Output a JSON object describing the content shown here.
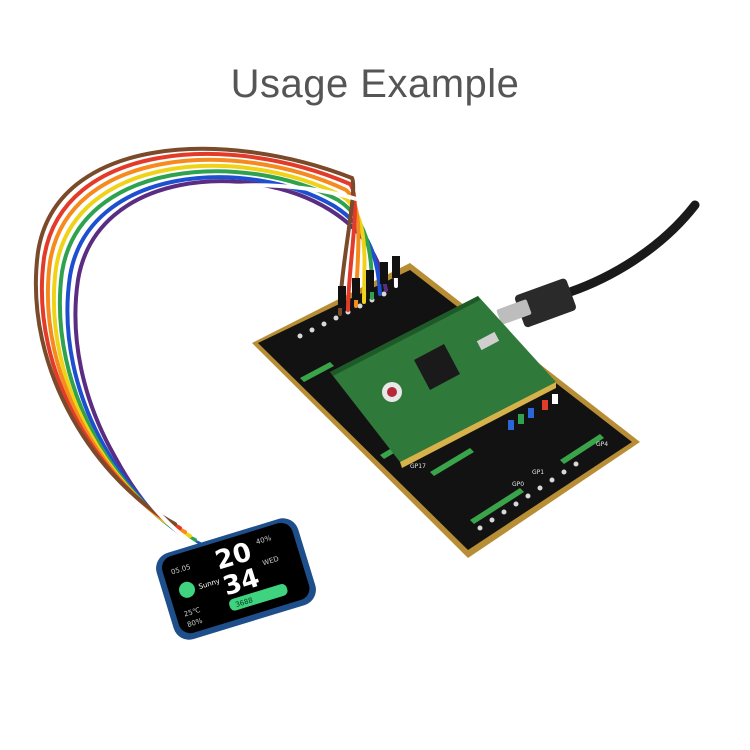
{
  "header": {
    "title": "Usage Example"
  },
  "lcd": {
    "hours": "20",
    "minutes": "34",
    "battery": "40%",
    "month": "05.05",
    "weekday": "WED",
    "weather": "Sunny",
    "temperature": "25℃",
    "humidity": "80%",
    "steps": "3688"
  },
  "colors": {
    "board": "#121212",
    "board_edge": "#c9a441",
    "pico": "#2f7a3a",
    "lcd_screen": "#000000",
    "lcd_frame": "#1e4f8a",
    "accent_green": "#3fd27f"
  },
  "wire_colors": [
    "#5a2d82",
    "#1e4fd0",
    "#2fa24f",
    "#f0d318",
    "#f58a1f",
    "#e33b2a",
    "#7a4a2a",
    "#ffffff"
  ],
  "icons": [
    "breadboard-expander-icon",
    "raspberry-pi-pico-icon",
    "micro-usb-cable-icon",
    "round-lcd-display-icon",
    "jumper-wire-icon"
  ]
}
